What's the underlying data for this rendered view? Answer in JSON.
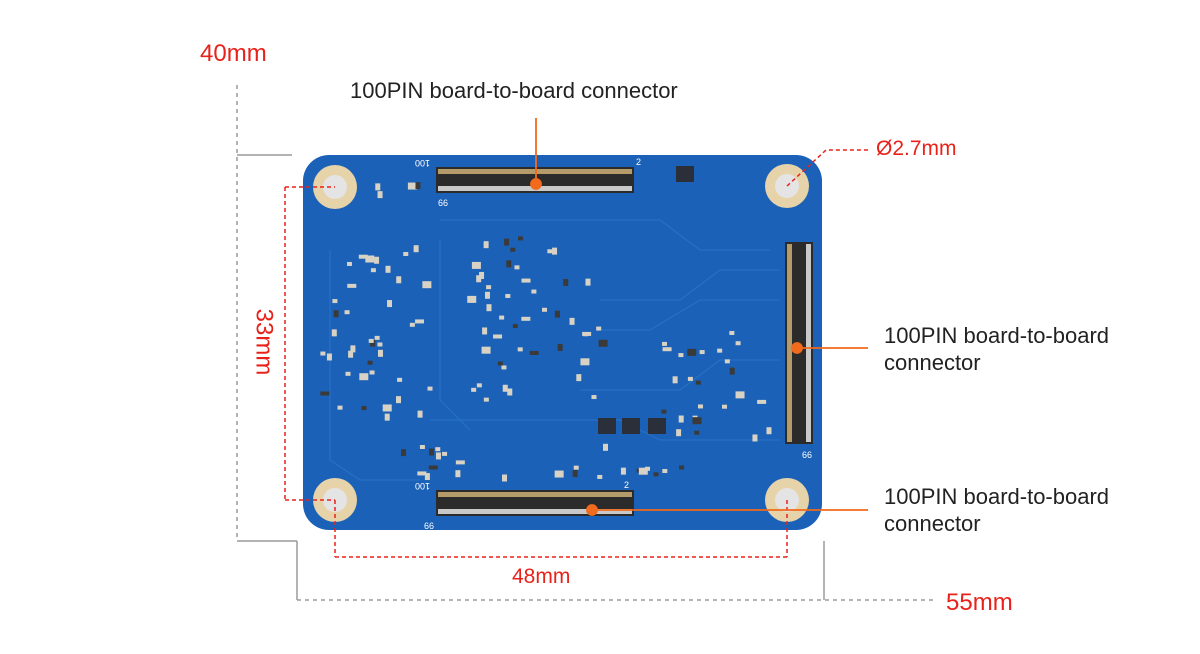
{
  "labels": {
    "top_connector": "100PIN board-to-board connector",
    "right_connector_line1": "100PIN board-to-board",
    "right_connector_line2": "connector",
    "bottom_connector_line1": "100PIN board-to-board",
    "bottom_connector_line2": "connector"
  },
  "dimensions": {
    "board_height": "40mm",
    "board_width": "55mm",
    "hole_vertical_spacing": "33mm",
    "hole_horizontal_spacing": "48mm",
    "hole_diameter": "Ø2.7mm"
  },
  "connector_pin_marks": {
    "first": "100",
    "second": "2",
    "third": "66"
  },
  "colors": {
    "board": "#1b61b7",
    "dimension_red": "#e8221b",
    "leader_orange": "#f26a1b",
    "guide_gray": "#9a9a9a"
  }
}
